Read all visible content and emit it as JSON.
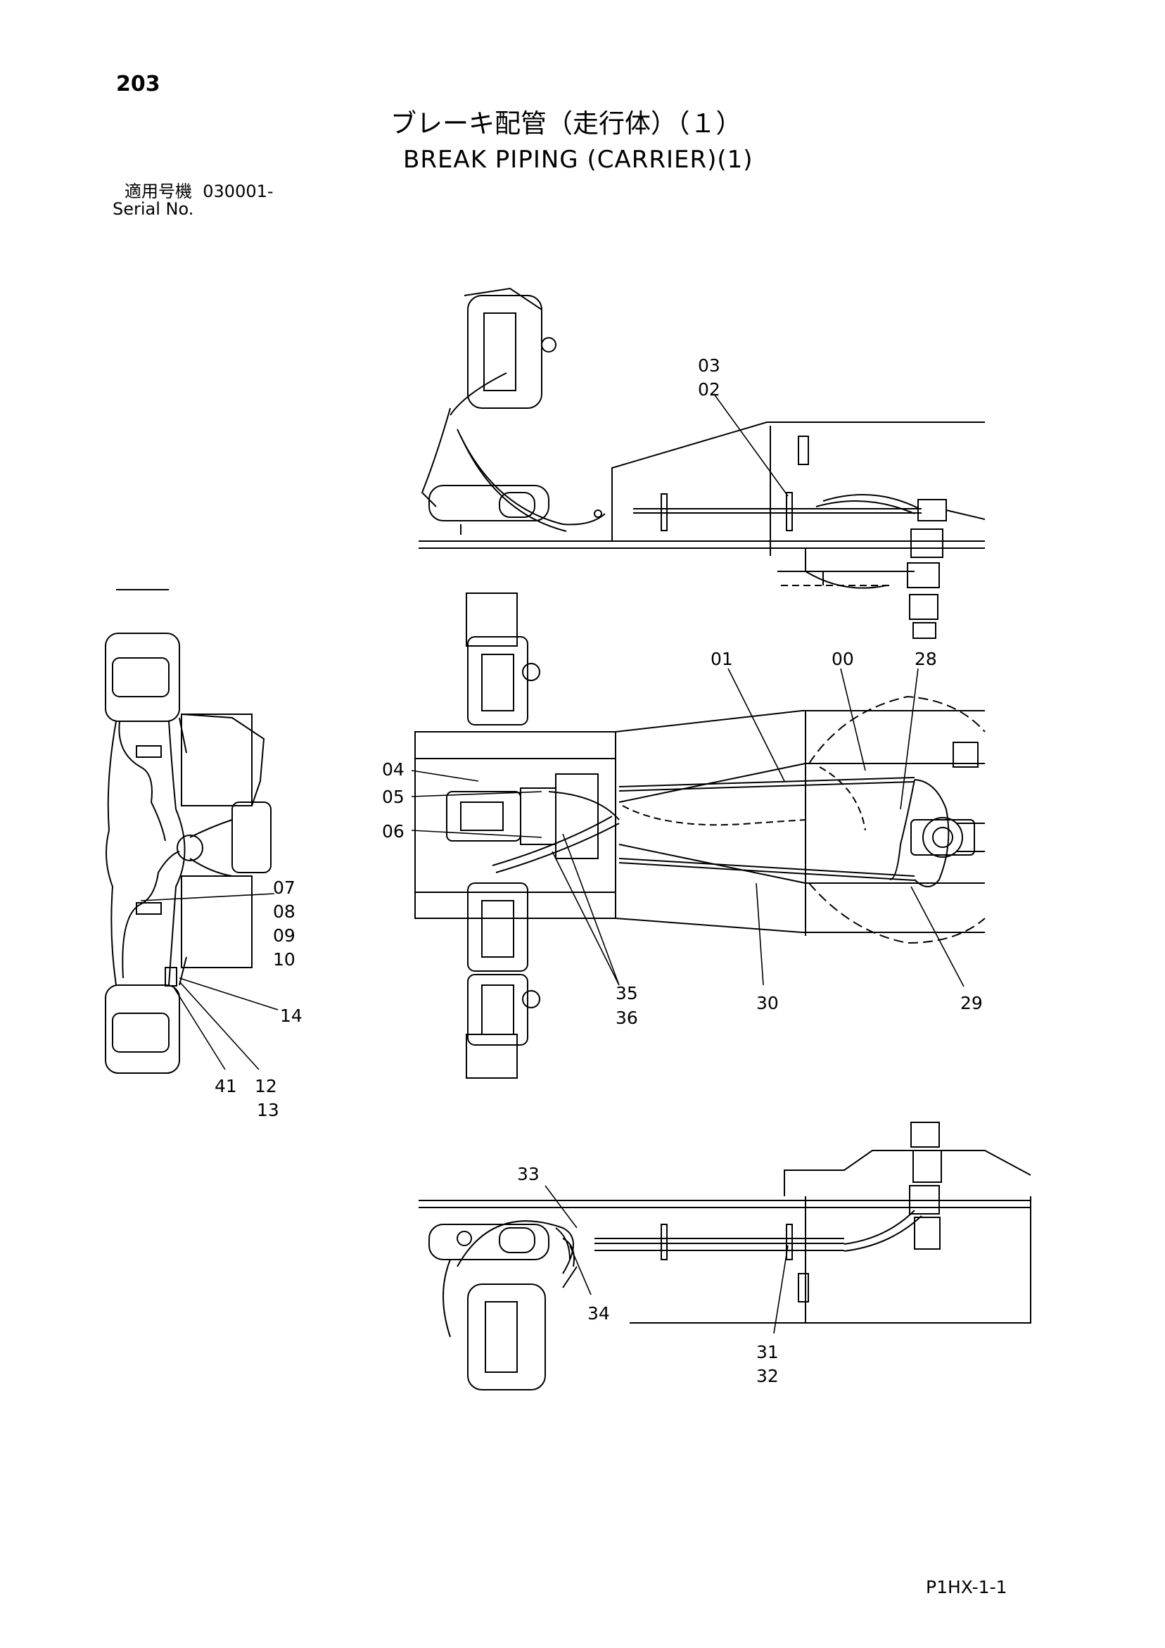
{
  "page": {
    "number": "203",
    "title_jp": "ブレーキ配管（走行体）（１）",
    "title_en": "BREAK PIPING (CARRIER)(1)",
    "serial_label_jp": "適用号機",
    "serial_value": "030001-",
    "serial_label_en": "Serial No.",
    "doc_ref": "P1HX-1-1"
  },
  "callouts": {
    "top_view": [
      "03",
      "02"
    ],
    "main_view": [
      "01",
      "00",
      "28",
      "04",
      "05",
      "06",
      "35",
      "36",
      "30",
      "29"
    ],
    "axle_view": [
      "07",
      "08",
      "09",
      "10",
      "14",
      "41",
      "12",
      "13"
    ],
    "bottom_view": [
      "33",
      "34",
      "31",
      "32"
    ]
  }
}
